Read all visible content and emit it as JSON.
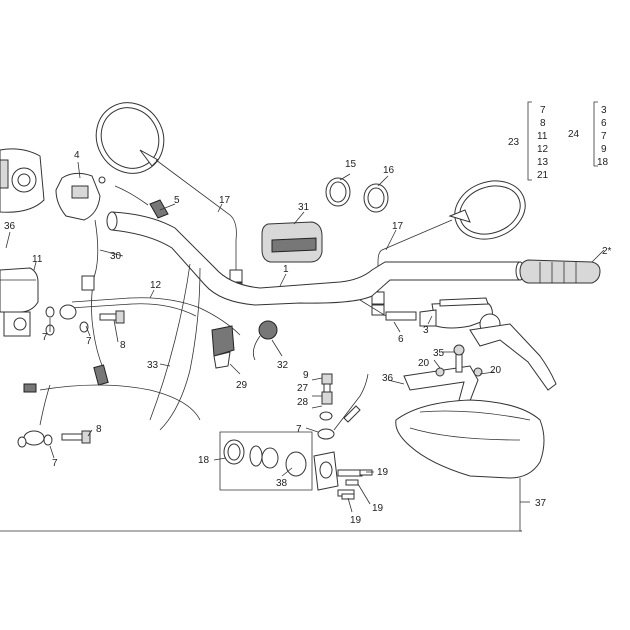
{
  "callouts": [
    {
      "id": "n1",
      "text": "1"
    },
    {
      "id": "n2",
      "text": "2*"
    },
    {
      "id": "n3",
      "text": "3"
    },
    {
      "id": "n4",
      "text": "4"
    },
    {
      "id": "n5",
      "text": "5"
    },
    {
      "id": "n6",
      "text": "6"
    },
    {
      "id": "n7a",
      "text": "7"
    },
    {
      "id": "n7b",
      "text": "7"
    },
    {
      "id": "n7c",
      "text": "7"
    },
    {
      "id": "n7d",
      "text": "7"
    },
    {
      "id": "n8a",
      "text": "8"
    },
    {
      "id": "n8b",
      "text": "8"
    },
    {
      "id": "n9",
      "text": "9"
    },
    {
      "id": "n11",
      "text": "11"
    },
    {
      "id": "n12",
      "text": "12"
    },
    {
      "id": "n15",
      "text": "15"
    },
    {
      "id": "n16",
      "text": "16"
    },
    {
      "id": "n17a",
      "text": "17"
    },
    {
      "id": "n17b",
      "text": "17"
    },
    {
      "id": "n18",
      "text": "18"
    },
    {
      "id": "n19a",
      "text": "19"
    },
    {
      "id": "n19b",
      "text": "19"
    },
    {
      "id": "n19c",
      "text": "19"
    },
    {
      "id": "n20a",
      "text": "20"
    },
    {
      "id": "n20b",
      "text": "20"
    },
    {
      "id": "n27",
      "text": "27"
    },
    {
      "id": "n28",
      "text": "28"
    },
    {
      "id": "n29",
      "text": "29"
    },
    {
      "id": "n30",
      "text": "30"
    },
    {
      "id": "n31",
      "text": "31"
    },
    {
      "id": "n32",
      "text": "32"
    },
    {
      "id": "n33",
      "text": "33"
    },
    {
      "id": "n35",
      "text": "35"
    },
    {
      "id": "n36a",
      "text": "36"
    },
    {
      "id": "n36b",
      "text": "36"
    },
    {
      "id": "n37",
      "text": "37"
    },
    {
      "id": "n38",
      "text": "38"
    }
  ],
  "kits": [
    {
      "label": "23",
      "items": [
        "7",
        "8",
        "11",
        "12",
        "13",
        "21"
      ]
    },
    {
      "label": "24",
      "items": [
        "3",
        "6",
        "7",
        "9",
        "18"
      ]
    }
  ]
}
